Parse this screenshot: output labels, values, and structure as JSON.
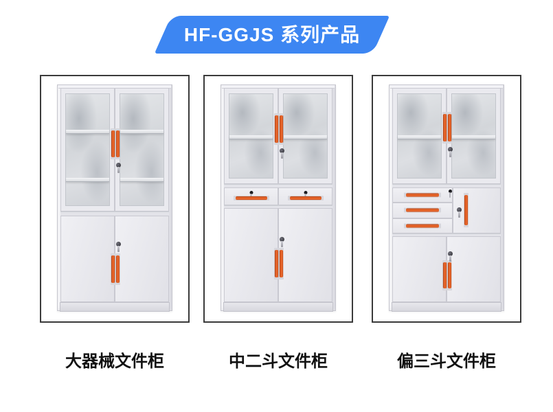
{
  "banner": {
    "title": "HF-GGJS 系列产品"
  },
  "products": [
    {
      "name": "大器械文件柜"
    },
    {
      "name": "中二斗文件柜"
    },
    {
      "name": "偏三斗文件柜"
    }
  ],
  "colors": {
    "banner_blue": "#3d86f2",
    "handle_orange": "#ee6a2c",
    "frame_border": "#3a3a3a",
    "cabinet_body": "#ebebf0",
    "label_text": "#111111",
    "background": "#ffffff"
  }
}
